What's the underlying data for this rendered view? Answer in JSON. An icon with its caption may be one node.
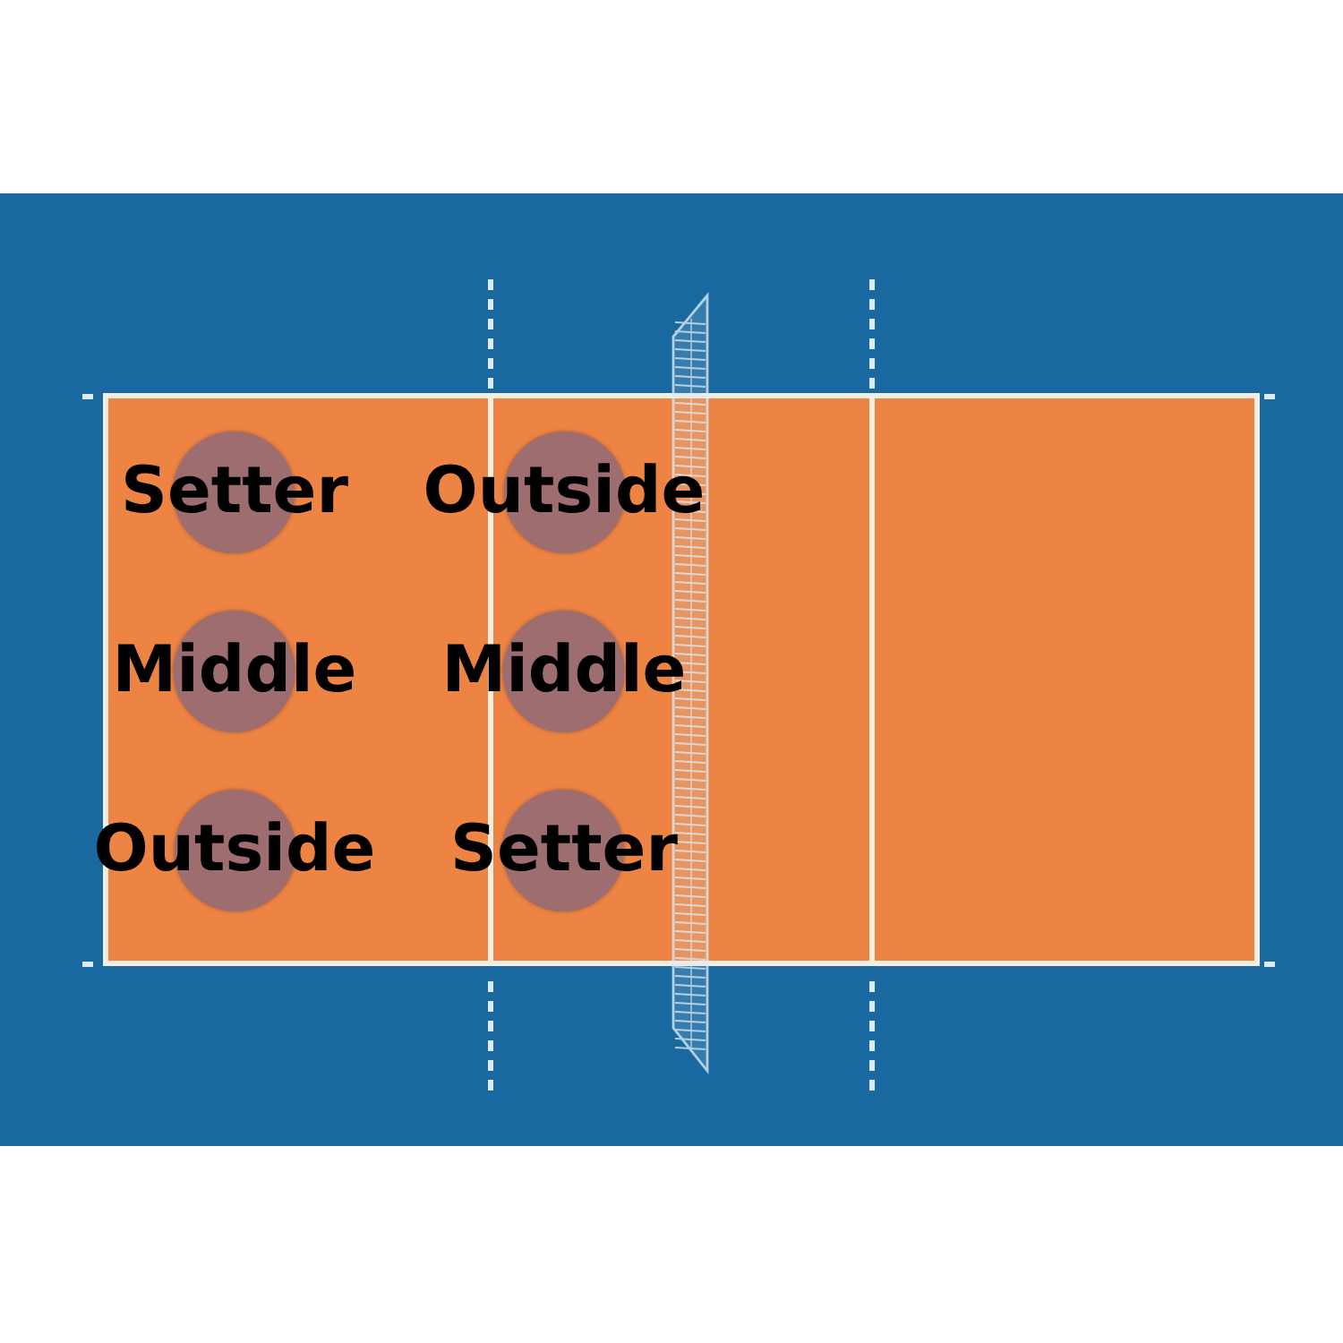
{
  "diagram": {
    "nodes": [
      {
        "text": [
          "Setter"
        ]
      },
      {
        "text": [
          "Outside"
        ]
      },
      {
        "text": [
          "Middle"
        ]
      },
      {
        "text": [
          "Middle"
        ]
      },
      {
        "text": [
          "Outside"
        ]
      },
      {
        "text": [
          "Setter"
        ]
      }
    ]
  }
}
